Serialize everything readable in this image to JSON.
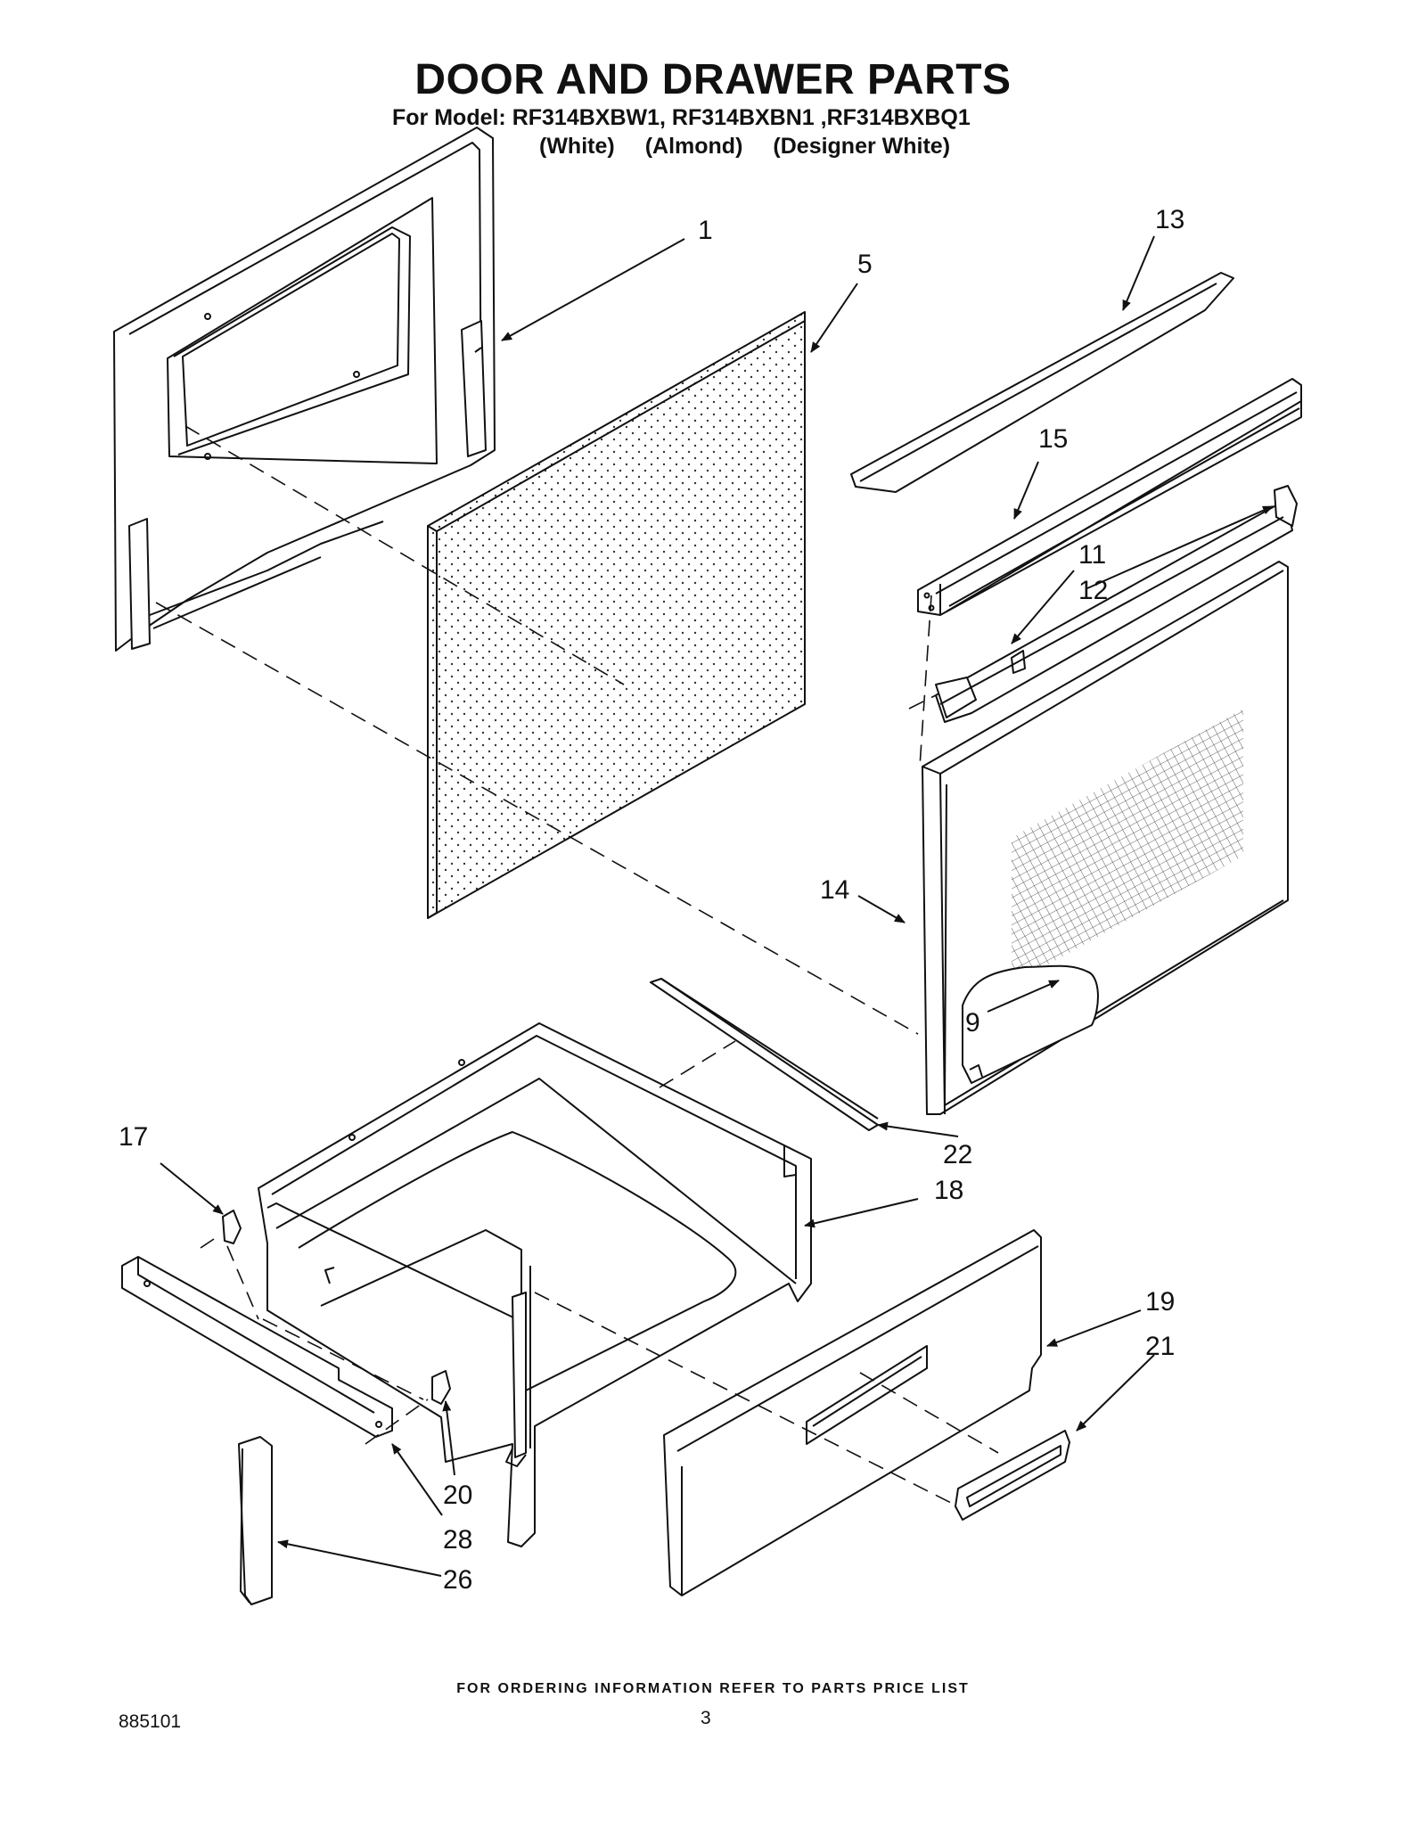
{
  "header": {
    "title": "DOOR AND DRAWER PARTS",
    "model_line": "For Model: RF314BXBW1, RF314BXBN1 ,RF314BXBQ1",
    "color_variants": [
      "(White)",
      "(Almond)",
      "(Designer White)"
    ]
  },
  "callouts": {
    "c1": "1",
    "c5": "5",
    "c13": "13",
    "c15": "15",
    "c11": "11",
    "c12": "12",
    "c14": "14",
    "c9": "9",
    "c22": "22",
    "c18": "18",
    "c17": "17",
    "c19": "19",
    "c21": "21",
    "c20": "20",
    "c28": "28",
    "c26": "26"
  },
  "footer": {
    "ordering_note": "FOR ORDERING INFORMATION REFER TO PARTS PRICE LIST",
    "doc_number": "885101",
    "page_number": "3"
  }
}
